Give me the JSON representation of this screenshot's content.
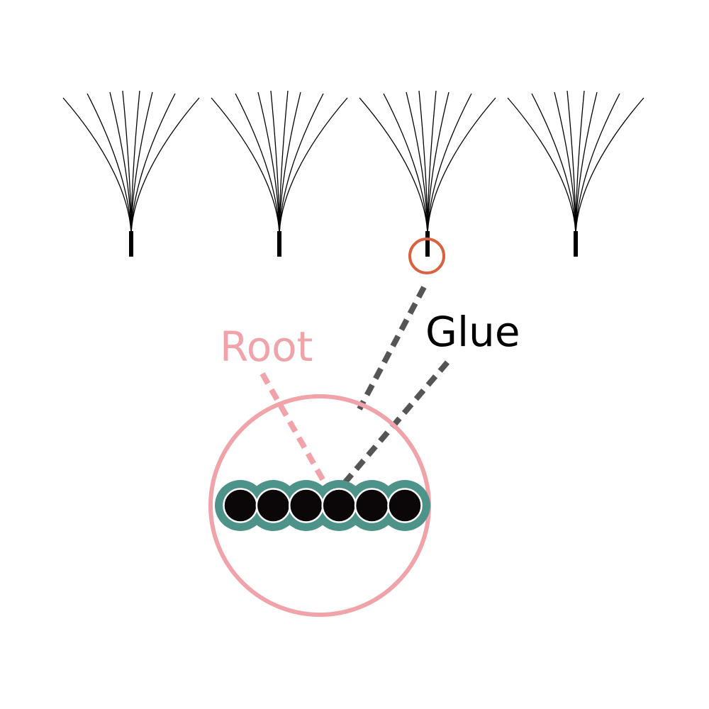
{
  "labels": {
    "root": "Root",
    "glue": "Glue"
  },
  "fan_count": 4,
  "root_strand_count": 6,
  "colors": {
    "background": "#ffffff",
    "lash": "#000000",
    "highlight_circle": "#d9613f",
    "root_accent": "#f0a3a8",
    "glue_line": "#555555",
    "glue_coating": "#4e938a",
    "strand_fill": "#0b0708",
    "strand_outline": "#ffffff"
  },
  "icons": {
    "fan": "lash-fan-icon",
    "strand": "lash-strand-cross-section-icon"
  }
}
